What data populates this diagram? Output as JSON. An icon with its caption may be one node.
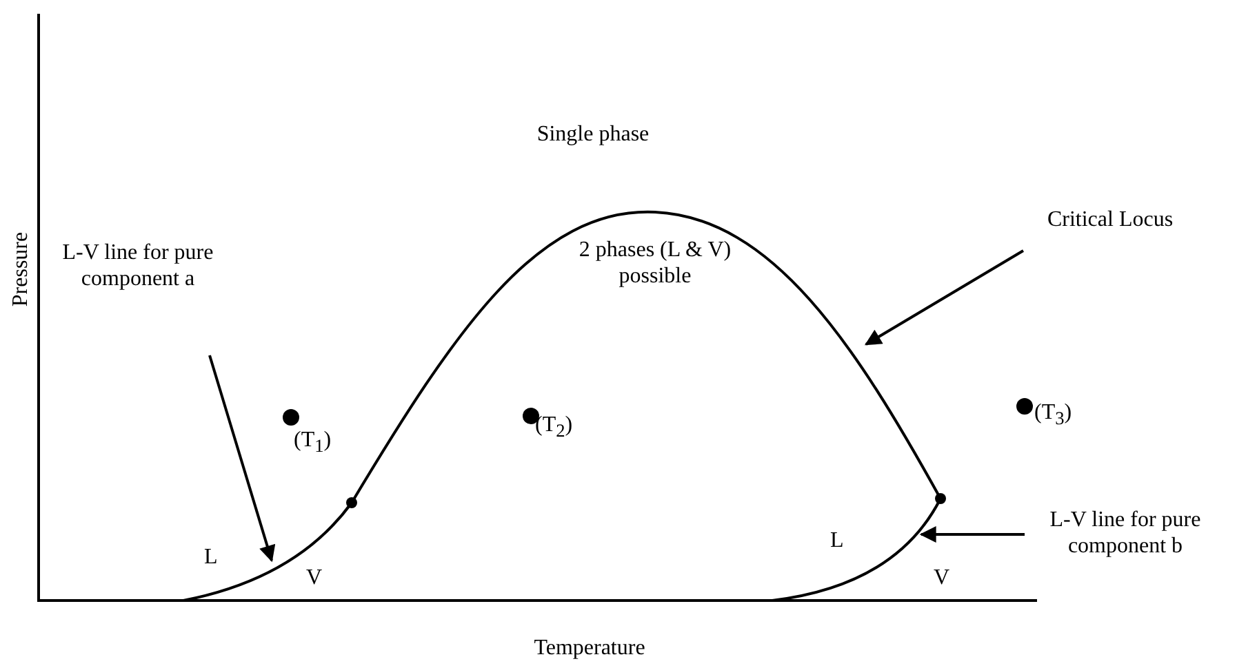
{
  "diagram": {
    "nodes": [
      {
        "text": [
          "L-V line for pure component a"
        ]
      },
      {
        "text": [],
        "shape": "line"
      },
      {
        "text": [
          "Critical Locus"
        ]
      },
      {
        "text": [],
        "shape": "line"
      },
      {
        "text": [
          "L-V line for pure component b"
        ]
      },
      {
        "text": [],
        "shape": "line"
      }
    ],
    "edges": [
      {
        "from": 0,
        "to": 1,
        "arrow": "to"
      },
      {
        "from": 2,
        "to": 3,
        "arrow": "to"
      },
      {
        "from": 4,
        "to": 5,
        "arrow": "to"
      }
    ],
    "labels": [
      "Single phase",
      "2 phases (L & V) possible",
      "(T$_{1}$)",
      "(T$_{2}$)",
      "(T$_{3}$)",
      "L",
      "V",
      "L",
      "V",
      "Pressure",
      "Temperature"
    ]
  }
}
